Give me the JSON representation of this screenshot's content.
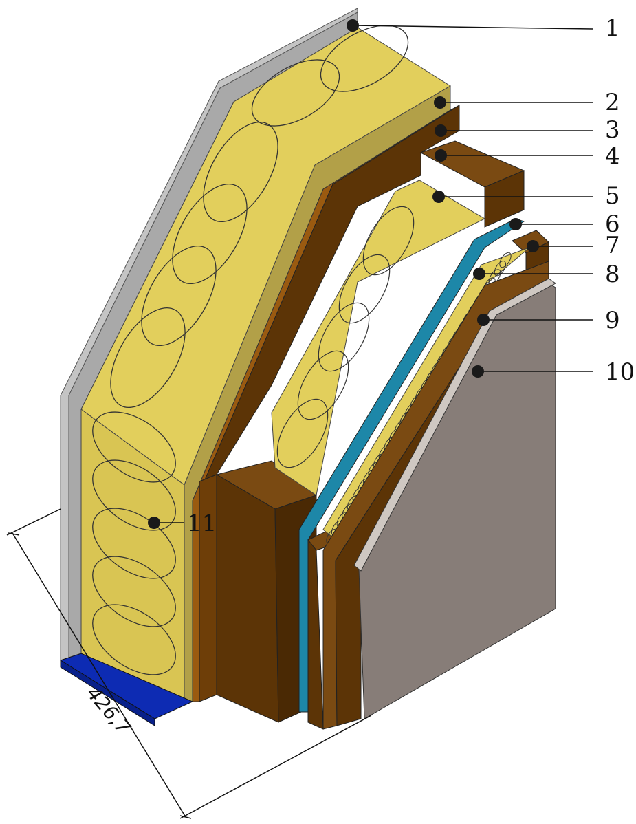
{
  "callouts": [
    {
      "label": "1"
    },
    {
      "label": "2"
    },
    {
      "label": "3"
    },
    {
      "label": "4"
    },
    {
      "label": "5"
    },
    {
      "label": "6"
    },
    {
      "label": "7"
    },
    {
      "label": "8"
    },
    {
      "label": "9"
    },
    {
      "label": "10"
    },
    {
      "label": "11"
    }
  ],
  "dimension": {
    "value": "426,7"
  },
  "colors": {
    "membrane": "#b2b2b2",
    "insulation": "#e2cf5c",
    "insulation_side": "#bba84a",
    "timber": "#6b3d0b",
    "timber_dark": "#4f2c05",
    "vapour_barrier": "#1d87a8",
    "cladding": "#877d78",
    "base_plate": "#0d2bb3"
  }
}
